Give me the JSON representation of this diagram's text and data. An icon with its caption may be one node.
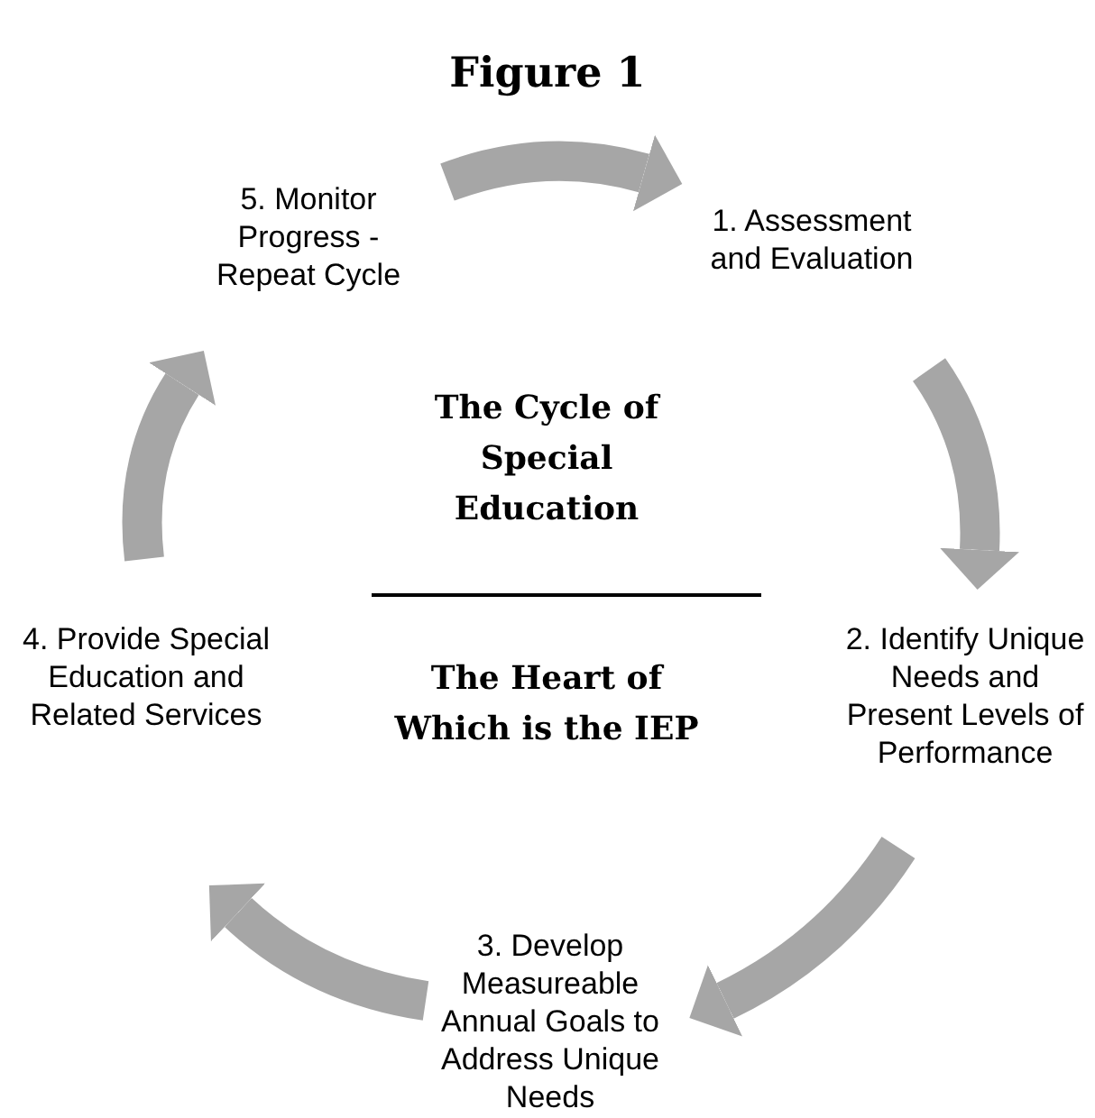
{
  "diagram": {
    "title": "Figure 1",
    "nodes": [
      {
        "text": [
          "1. Assessment and Evaluation"
        ]
      },
      {
        "text": [
          "2. Identify Unique Needs and Present Levels of Performance"
        ]
      },
      {
        "text": [
          "3. Develop Measureable Annual Goals to Address Unique Needs"
        ]
      },
      {
        "text": [
          "4. Provide Special Education and Related Services"
        ]
      },
      {
        "text": [
          "5. Monitor Progress - Repeat Cycle"
        ]
      }
    ],
    "edges": [
      {
        "from": 4,
        "to": 0,
        "arrow": "to"
      },
      {
        "from": 0,
        "to": 1,
        "arrow": "to"
      },
      {
        "from": 1,
        "to": 2,
        "arrow": "to"
      },
      {
        "from": 2,
        "to": 3,
        "arrow": "to"
      },
      {
        "from": 3,
        "to": 4,
        "arrow": "to"
      }
    ],
    "labels": [
      "The Cycle of Special Education",
      "The Heart of Which is the IEP"
    ]
  }
}
